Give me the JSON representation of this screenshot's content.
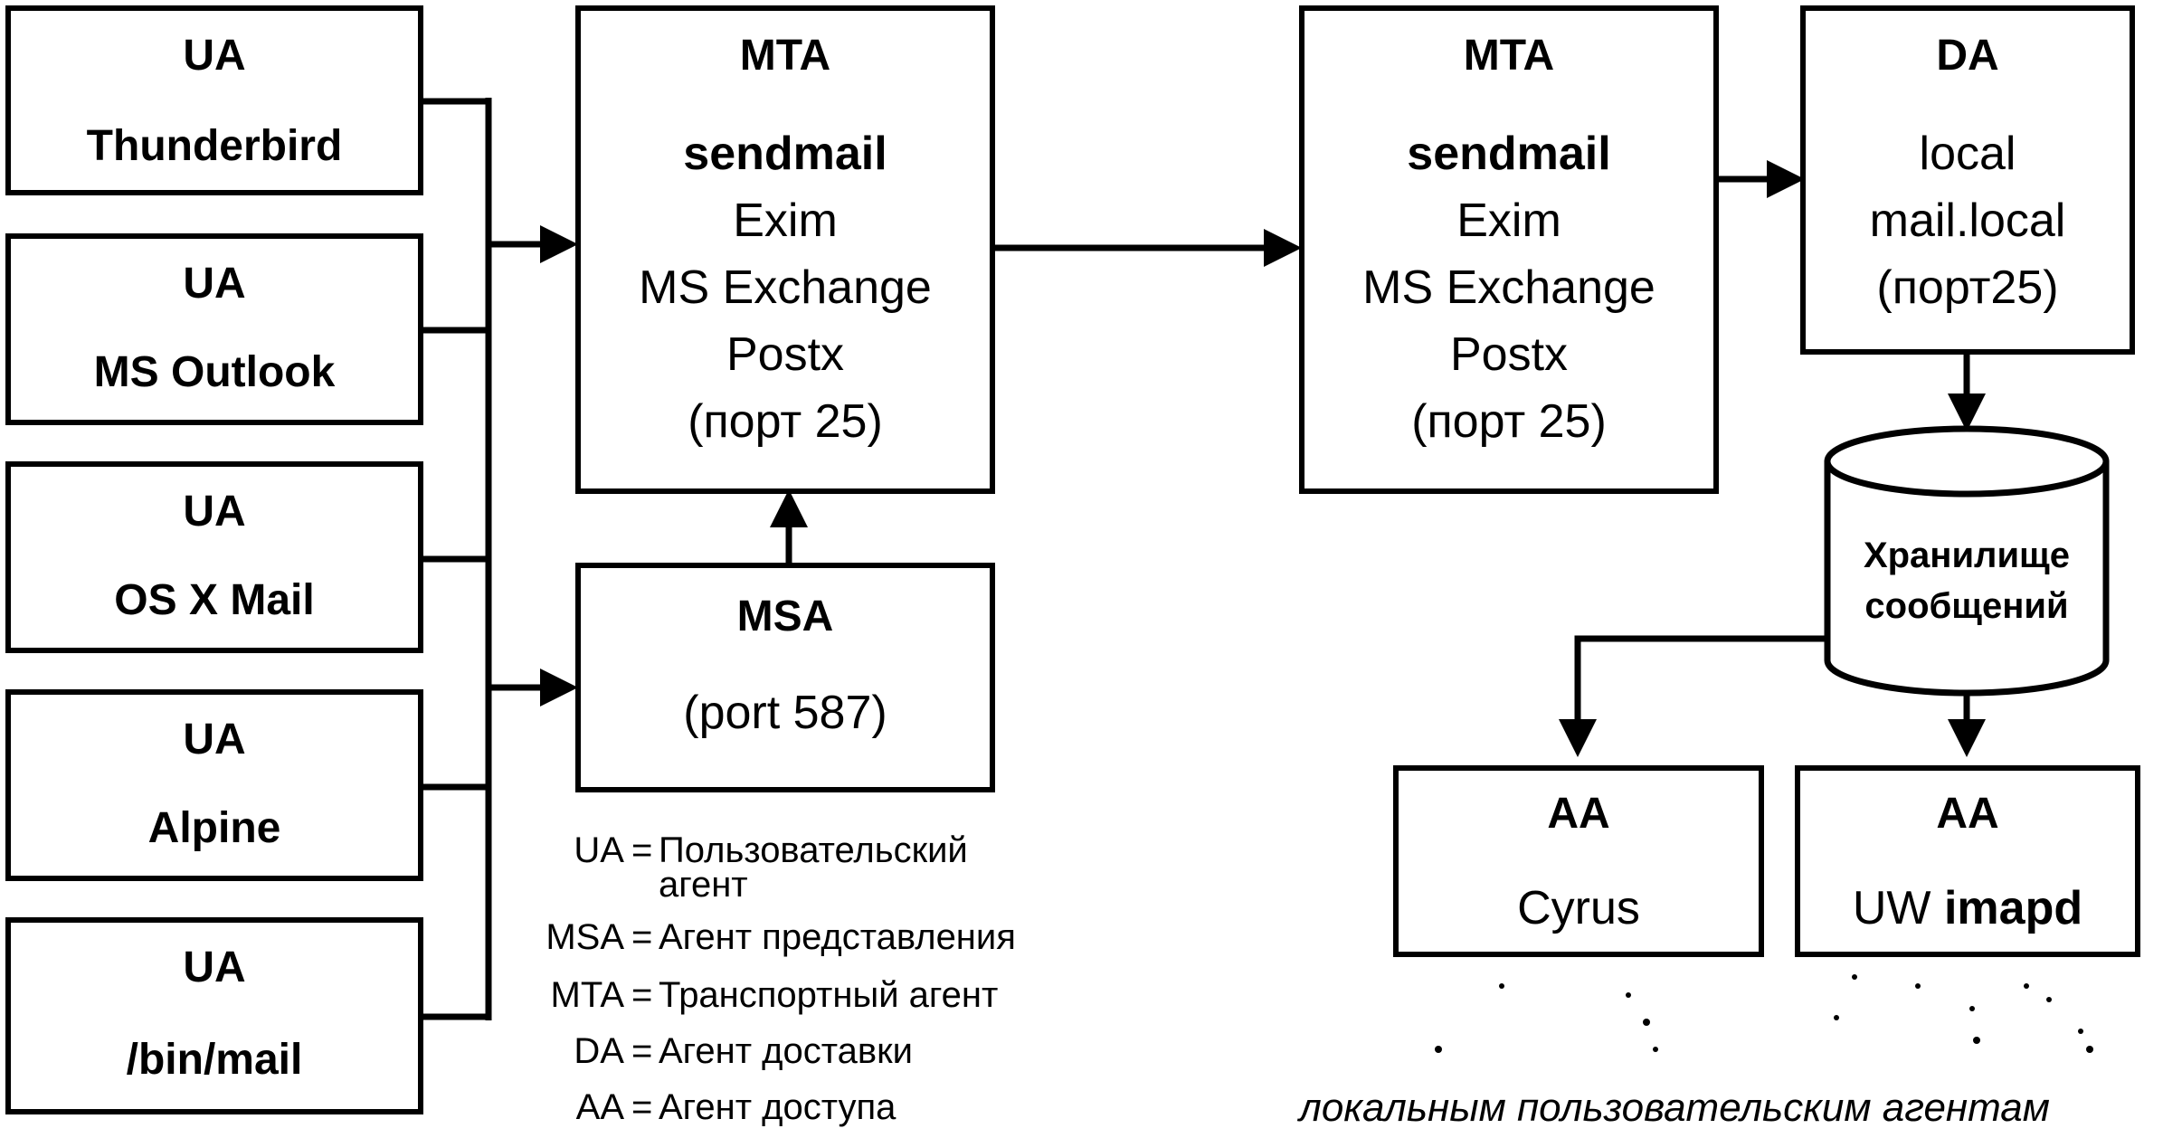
{
  "ua_boxes": [
    {
      "role": "UA",
      "name": "Thunderbird"
    },
    {
      "role": "UA",
      "name": "MS Outlook"
    },
    {
      "role": "UA",
      "name": "OS X Mail"
    },
    {
      "role": "UA",
      "name": "Alpine"
    },
    {
      "role": "UA",
      "name": "/bin/mail"
    }
  ],
  "mta1": {
    "role": "MTA",
    "lines": [
      "sendmail",
      "Exim",
      "MS Exchange",
      "Postx",
      "(порт 25)"
    ]
  },
  "msa": {
    "role": "MSA",
    "port": "(port 587)"
  },
  "mta2": {
    "role": "MTA",
    "lines": [
      "sendmail",
      "Exim",
      "MS Exchange",
      "Postx",
      "(порт 25)"
    ]
  },
  "da": {
    "role": "DA",
    "lines": [
      "local",
      "mail.local",
      "(порт25)"
    ]
  },
  "store": {
    "line1": "Хранилище",
    "line2": "сообщений"
  },
  "aa1": {
    "role": "AA",
    "name": "Cyrus"
  },
  "aa2": {
    "role": "AA",
    "name_prefix": "UW",
    "name_bold": "imapd"
  },
  "legend": [
    {
      "abbr": "UA",
      "text": "Пользовательский",
      "text2": "агент"
    },
    {
      "abbr": "MSA",
      "text": "Агент представления"
    },
    {
      "abbr": "MTA",
      "text": "Транспортный агент"
    },
    {
      "abbr": "DA",
      "text": "Агент доставки"
    },
    {
      "abbr": "AA",
      "text": "Агент доступа"
    }
  ],
  "caption": "локальным пользовательским агентам"
}
